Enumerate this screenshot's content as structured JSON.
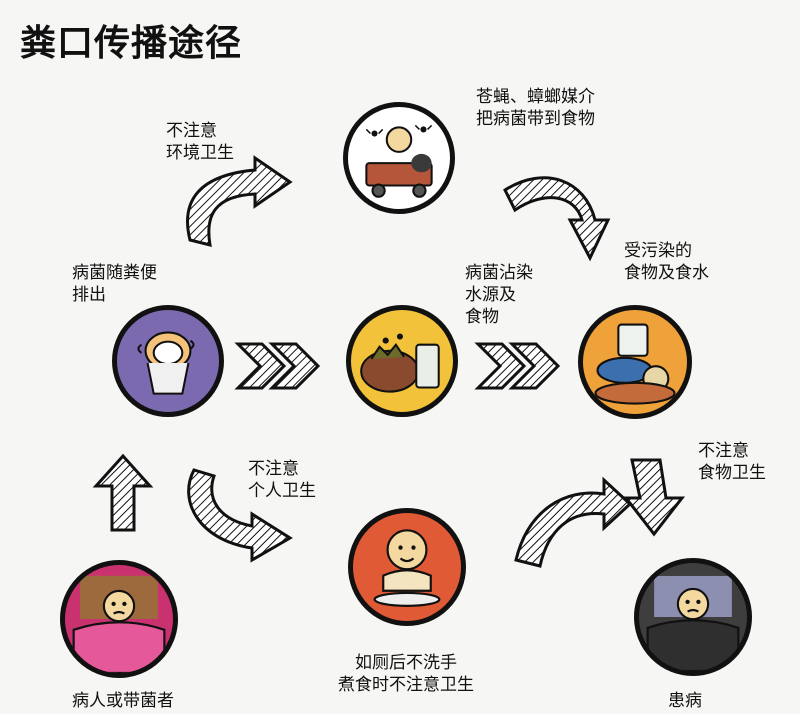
{
  "title": "粪口传播途径",
  "labels": {
    "flies": "苍蝇、蟑螂媒介\n把病菌带到食物",
    "env_hygiene": "不注意\n环境卫生",
    "excreted": "病菌随粪便\n排出",
    "water_food": "病菌沾染\n水源及\n食物",
    "contaminated": "受污染的\n食物及食水",
    "personal_hygiene": "不注意\n个人卫生",
    "food_hygiene": "不注意\n食物卫生",
    "toilet": "如厕后不洗手\n煮食时不注意卫生",
    "carrier": "病人或带菌者",
    "patient": "患病"
  },
  "icons": [
    "fly-cart-icon",
    "food-water-icon",
    "contaminated-food-icon",
    "toilet-icon",
    "eating-person-icon",
    "sick-person-icon",
    "patient-icon"
  ]
}
